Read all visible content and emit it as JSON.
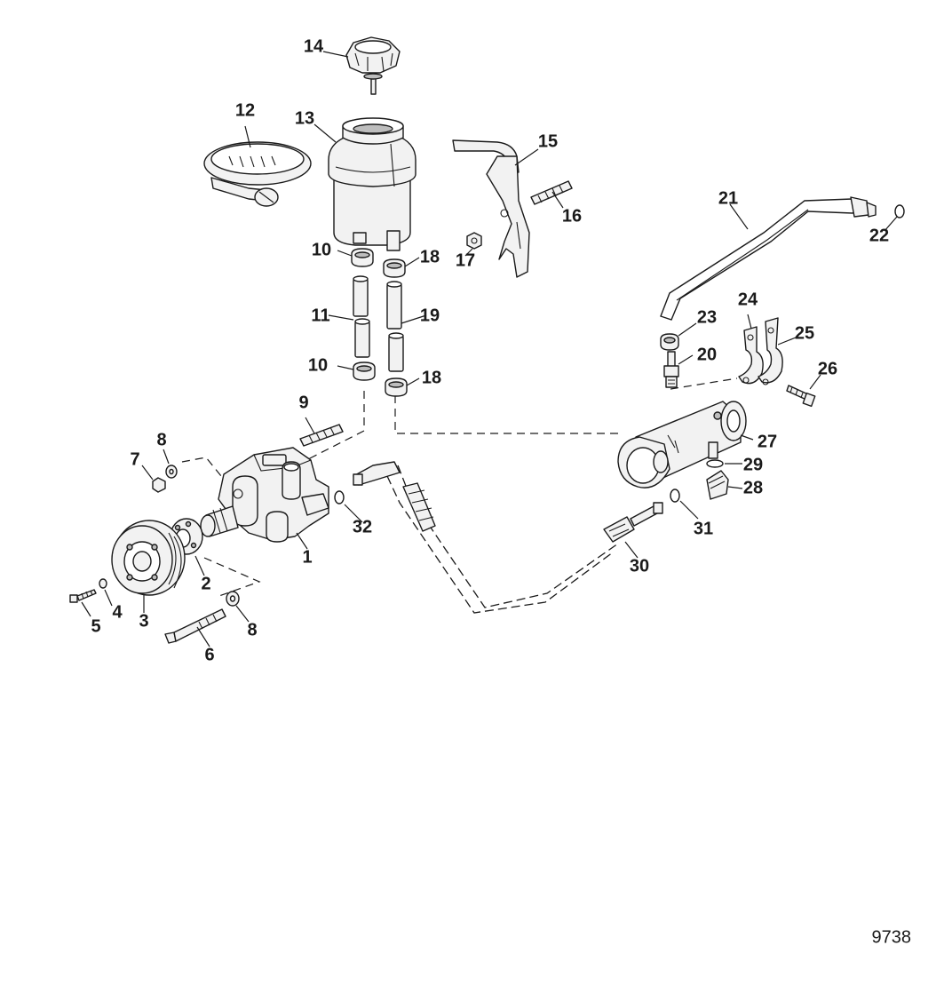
{
  "figure": {
    "id": "9738",
    "callouts": {
      "c1": "1",
      "c2": "2",
      "c3": "3",
      "c4": "4",
      "c5": "5",
      "c6": "6",
      "c7": "7",
      "c8a": "8",
      "c8b": "8",
      "c9": "9",
      "c10a": "10",
      "c10b": "10",
      "c11": "11",
      "c12": "12",
      "c13": "13",
      "c14": "14",
      "c15": "15",
      "c16": "16",
      "c17": "17",
      "c18a": "18",
      "c18b": "18",
      "c19": "19",
      "c20": "20",
      "c21": "21",
      "c22": "22",
      "c23": "23",
      "c24": "24",
      "c25": "25",
      "c26": "26",
      "c27": "27",
      "c28": "28",
      "c29": "29",
      "c30": "30",
      "c31": "31",
      "c32": "32"
    }
  }
}
